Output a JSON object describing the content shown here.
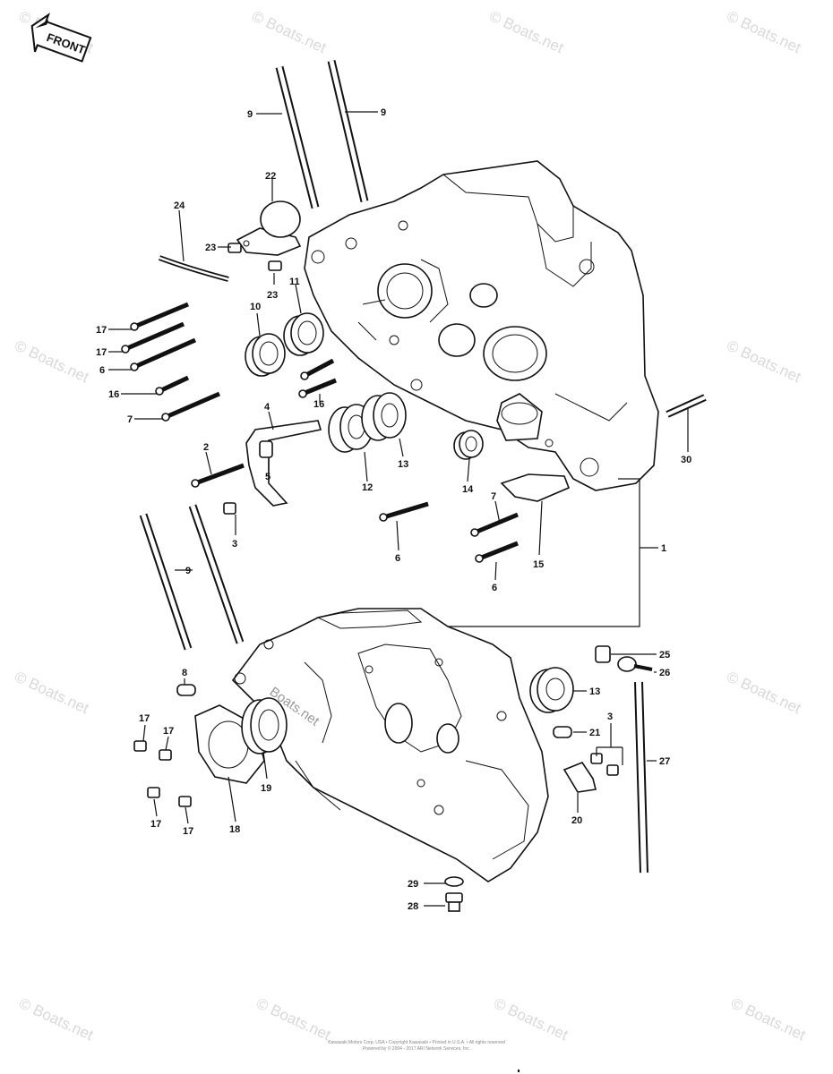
{
  "front_badge": "FRONT",
  "watermark": "© Boats.net",
  "diagram_watermark": "Boats.net",
  "footer": {
    "line1": "Kawasaki Motors Corp. USA • Copyright Kawasaki • Printed in U.S.A. • All rights reserved",
    "line2": "Powered by © 2004 - 2017 ARI Network Services, Inc."
  },
  "callouts": [
    "9",
    "9",
    "22",
    "24",
    "23",
    "23",
    "11",
    "10",
    "17",
    "17",
    "6",
    "16",
    "7",
    "4",
    "16",
    "2",
    "5",
    "12",
    "13",
    "14",
    "30",
    "3",
    "6",
    "7",
    "15",
    "6",
    "1",
    "9",
    "8",
    "25",
    "26",
    "13",
    "17",
    "17",
    "21",
    "3",
    "27",
    "19",
    "17",
    "17",
    "18",
    "20",
    "29",
    "28"
  ]
}
